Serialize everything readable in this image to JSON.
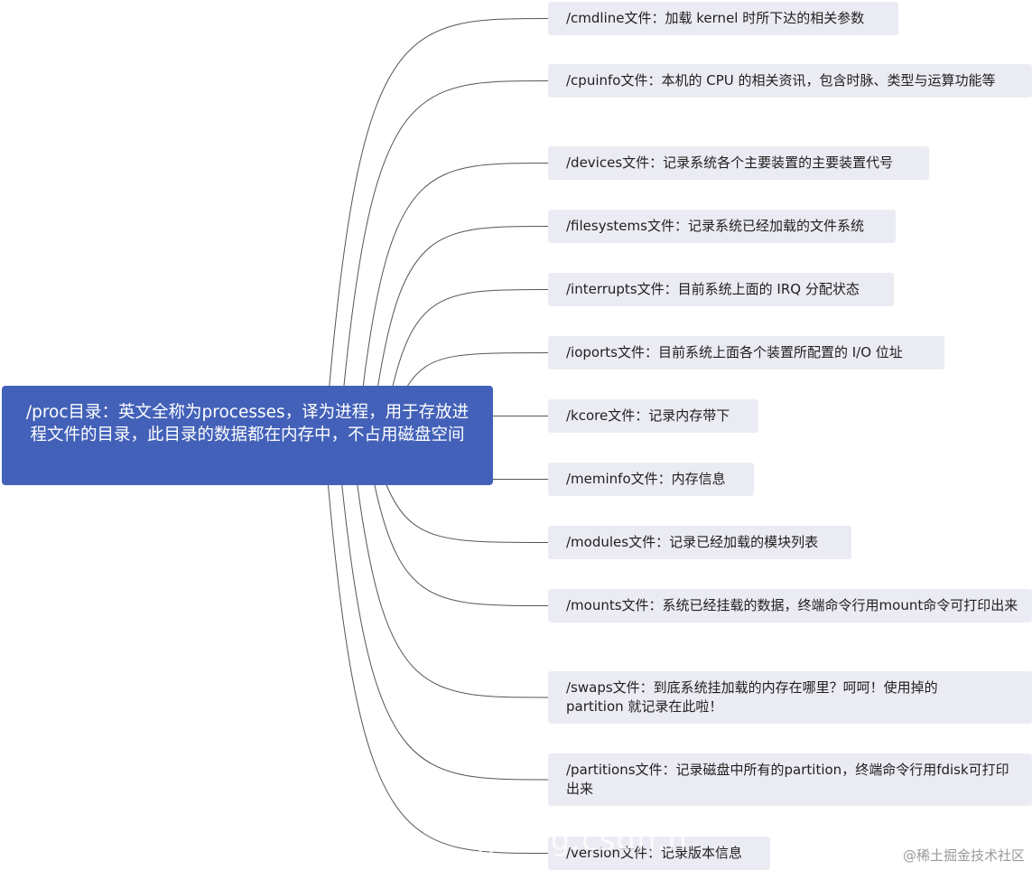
{
  "root": {
    "label": "/proc目录：英文全称为processes，译为进程，用于存放进程文件的目录，此目录的数据都在内存中，不占用磁盘空间"
  },
  "children": [
    "/cmdline文件：加载 kernel 时所下达的相关参数",
    "/cpuinfo文件：本机的 CPU 的相关资讯，包含时脉、类型与运算功能等",
    "/devices文件：记录系统各个主要装置的主要装置代号",
    "/filesystems文件：记录系统已经加载的文件系统",
    "/interrupts文件：目前系统上面的 IRQ 分配状态",
    "/ioports文件：目前系统上面各个装置所配置的 I/O 位址",
    "/kcore文件：记录内存带下",
    "/meminfo文件：内存信息",
    "/modules文件：记录已经加载的模块列表",
    "/mounts文件：系统已经挂载的数据，终端命令行用mount命令可打印出来",
    "/swaps文件：到底系统挂加载的内存在哪里？呵呵！使用掉的 partition 就记录在此啦！",
    "/partitions文件：记录磁盘中所有的partition，终端命令行用fdisk可打印出来",
    "/version文件：记录版本信息"
  ],
  "watermark": {
    "url": "//blog.csdn.n",
    "site": "@稀土掘金技术社区"
  },
  "colors": {
    "root_bg": "#4361b8",
    "leaf_bg": "#ebecf3",
    "line": "#555555"
  }
}
